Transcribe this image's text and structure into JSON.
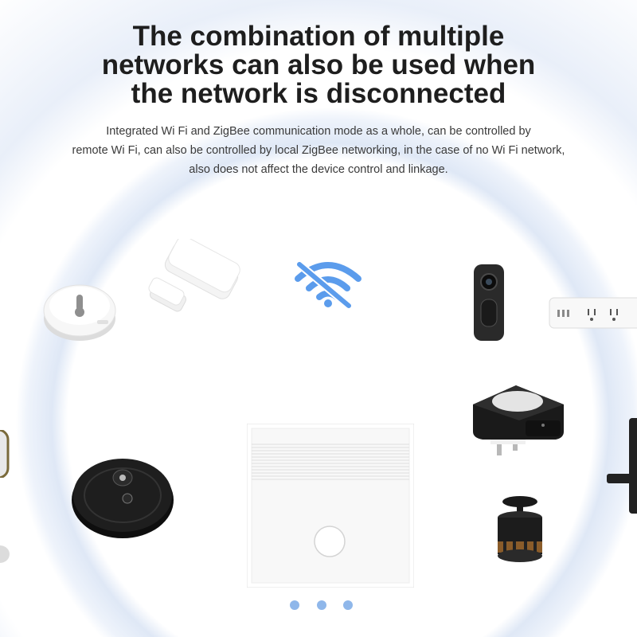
{
  "headline": {
    "line1": "The combination of multiple",
    "line2": "networks can also be used when",
    "line3": "the network is disconnected"
  },
  "description": {
    "line1": "Integrated Wi Fi and ZigBee communication mode as a whole, can be controlled by",
    "line2": "remote Wi Fi, can also be controlled by local ZigBee networking, in the case of no Wi Fi network,",
    "line3": "also does not affect the device control and linkage."
  },
  "icons": {
    "no_wifi": "wifi-off-icon"
  },
  "colors": {
    "accent": "#5b9cec",
    "dot": "#8fb7ea",
    "glow": "#dfe8f6",
    "headline": "#1e1e1e"
  },
  "carousel": {
    "total_dots": 3
  }
}
